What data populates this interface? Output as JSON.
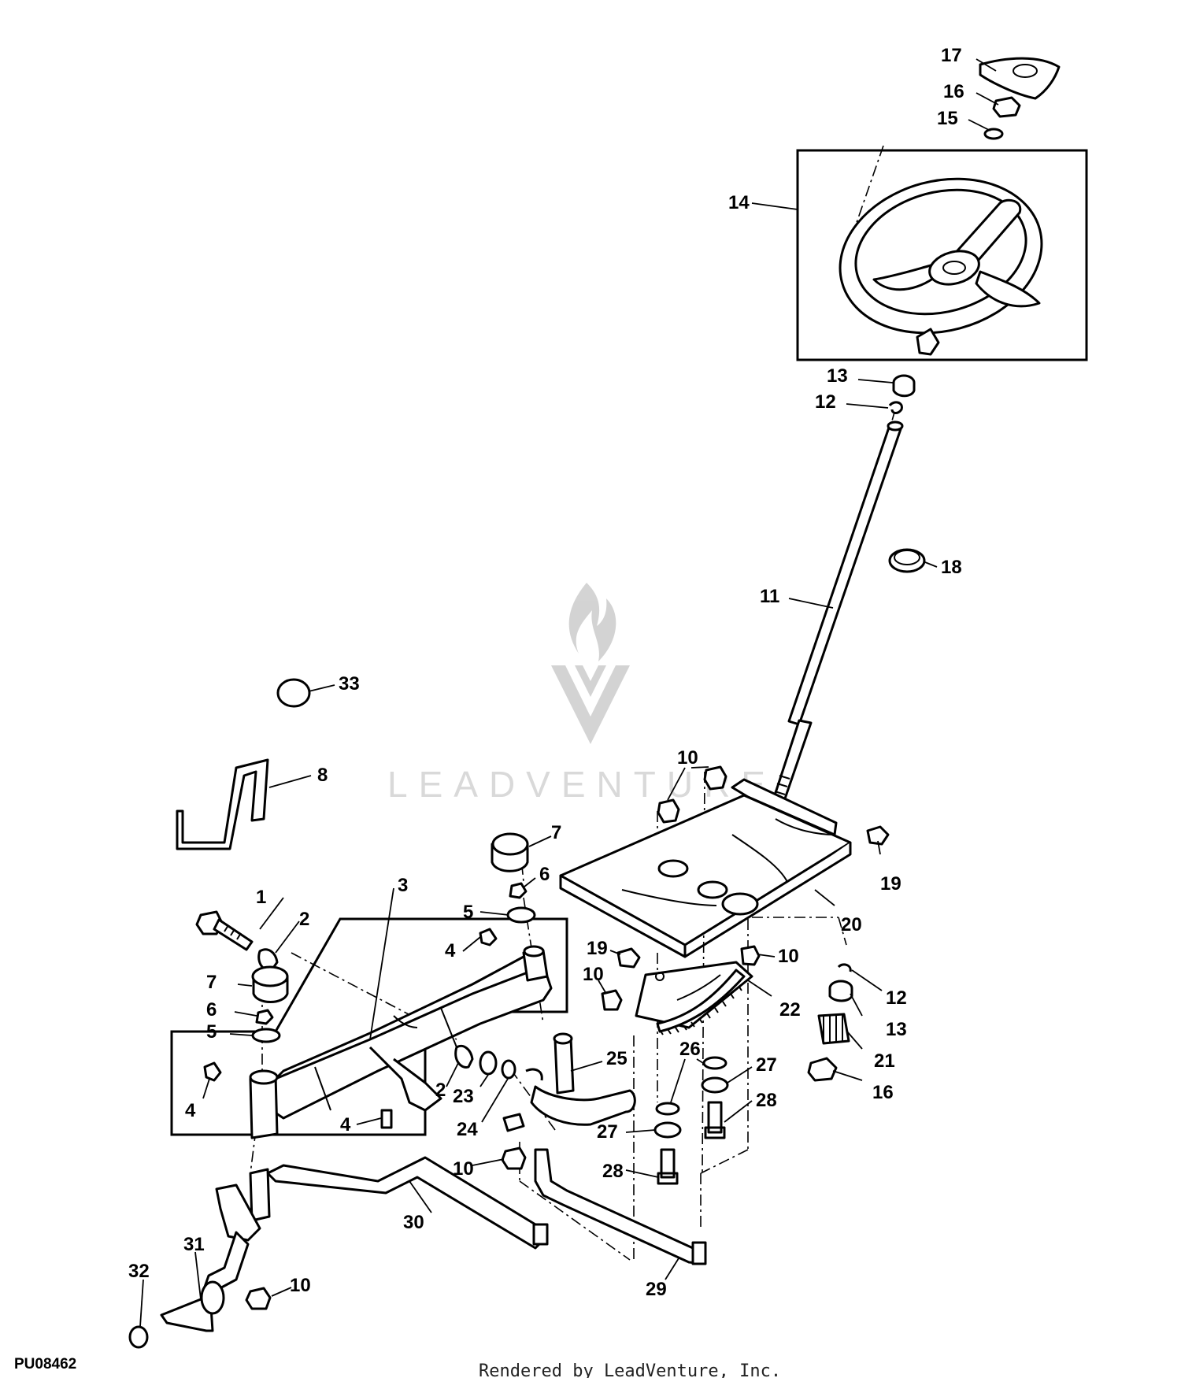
{
  "diagram_code": "PU08462",
  "footer_credit": "Rendered by LeadVenture, Inc.",
  "watermark_text": "LEADVENTURE",
  "colors": {
    "line": "#000000",
    "background": "#ffffff",
    "watermark": "#d0d0d0"
  },
  "callouts": {
    "c1": "1",
    "c2a": "2",
    "c2b": "2",
    "c3": "3",
    "c4a": "4",
    "c4b": "4",
    "c4c": "4",
    "c5a": "5",
    "c5b": "5",
    "c6a": "6",
    "c6b": "6",
    "c7a": "7",
    "c7b": "7",
    "c8": "8",
    "c10a": "10",
    "c10b": "10",
    "c10c": "10",
    "c10d": "10",
    "c10e": "10",
    "c11": "11",
    "c12a": "12",
    "c12b": "12",
    "c13a": "13",
    "c13b": "13",
    "c14": "14",
    "c15": "15",
    "c16a": "16",
    "c16b": "16",
    "c17": "17",
    "c18": "18",
    "c19a": "19",
    "c19b": "19",
    "c20": "20",
    "c21": "21",
    "c22": "22",
    "c23": "23",
    "c24": "24",
    "c25": "25",
    "c26": "26",
    "c27a": "27",
    "c27b": "27",
    "c28a": "28",
    "c28b": "28",
    "c29": "29",
    "c30": "30",
    "c31": "31",
    "c32": "32",
    "c33": "33"
  }
}
